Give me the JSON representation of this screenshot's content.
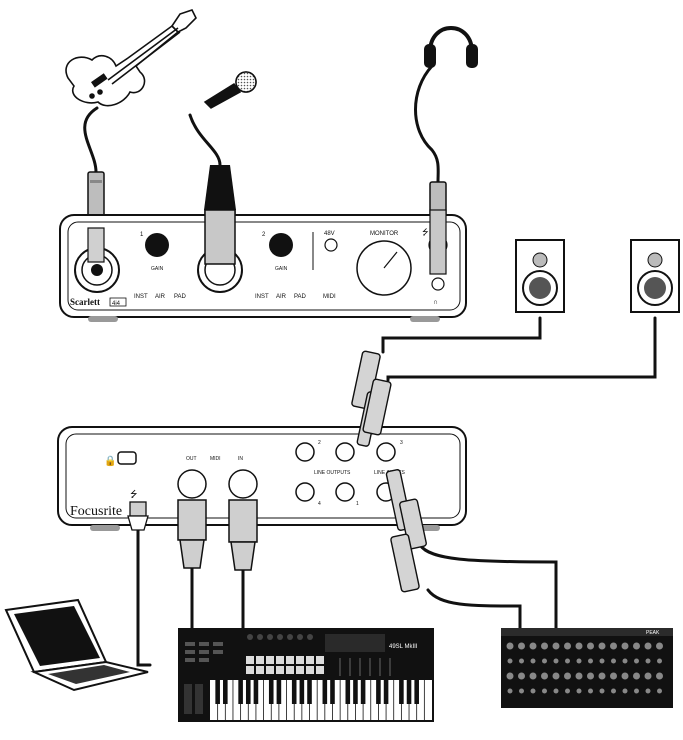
{
  "front_panel": {
    "brand": "Scarlett",
    "model_badge": "4i4",
    "input_1_number": "1",
    "input_2_number": "2",
    "gain_label": "GAIN",
    "inst_label": "INST",
    "air_label": "AIR",
    "pad_label": "PAD",
    "phantom_label": "48V",
    "monitor_label": "MONITOR",
    "midi_label": "MIDI",
    "usb_symbol": "⭍"
  },
  "rear_panel": {
    "brand": "Focusrite",
    "midi_out_label": "OUT",
    "midi_label": "MIDI",
    "midi_in_label": "IN",
    "line_outputs_label": "LINE OUTPUTS",
    "line_inputs_label": "LINE INPUTS",
    "out_1": "1",
    "out_2": "2",
    "out_3": "3",
    "out_4": "4"
  },
  "keyboard": {
    "model": "49SL MkIII"
  },
  "synth": {
    "model": "PEAK"
  }
}
